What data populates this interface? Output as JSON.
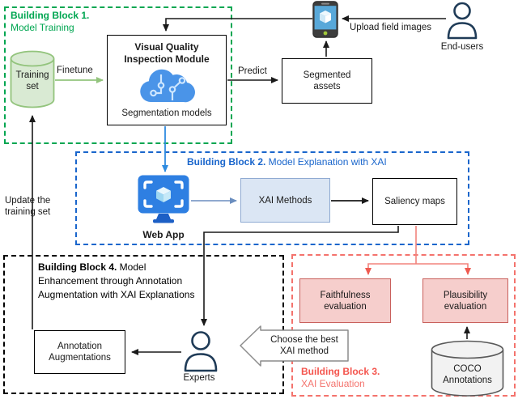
{
  "figure": {
    "type": "architecture-diagram",
    "blocks": {
      "bb1": {
        "title": "Building Block 1.",
        "subtitle": "Model Training",
        "color": "#00a651"
      },
      "bb2": {
        "title": "Building Block 2.",
        "subtitle": " Model Explanation with XAI",
        "color": "#1a66cc"
      },
      "bb3": {
        "title": "Building Block 3.",
        "subtitle": "XAI Evaluation",
        "color": "#f4554e"
      },
      "bb4": {
        "title": "Building Block 4.",
        "subtitle": " Model Enhancement through Annotation Augmentation with XAI Explanations",
        "color": "#000000"
      }
    },
    "nodes": {
      "training_set": "Training set",
      "vqim_title": "Visual Quality Inspection Module",
      "vqim_subtitle": "Segmentation models",
      "segmented_assets": "Segmented assets",
      "end_users": "End-users",
      "web_app": "Web App",
      "xai_methods": "XAI Methods",
      "saliency_maps": "Saliency maps",
      "faithfulness": "Faithfulness evaluation",
      "plausibility": "Plausibility evaluation",
      "coco": "COCO Annotations",
      "annotation_augmentations": "Annotation Augmentations",
      "experts": "Experts",
      "choose_best": "Choose the best XAI method"
    },
    "edge_labels": {
      "finetune": "Finetune",
      "predict": "Predict",
      "upload": "Upload field images",
      "update": "Update the training set"
    },
    "icons": [
      "database-icon",
      "cloud-ml-icon",
      "phone-icon",
      "user-icon",
      "monitor-app-icon"
    ],
    "colors": {
      "green_accent": "#00a651",
      "green_fill": "#d9ead3",
      "green_stroke": "#93c47d",
      "blue_accent": "#1a66cc",
      "blue_arrow": "#2e8be0",
      "steel_arrow": "#6b8ebf",
      "xai_fill": "#dbe6f4",
      "xai_stroke": "#8faad2",
      "red_accent": "#f4554e",
      "red_line": "#f2837d",
      "pink_fill": "#f6cecc",
      "pink_stroke": "#c9605c",
      "coco_fill": "#f2f2f2",
      "person_stroke": "#1f3b57"
    }
  }
}
